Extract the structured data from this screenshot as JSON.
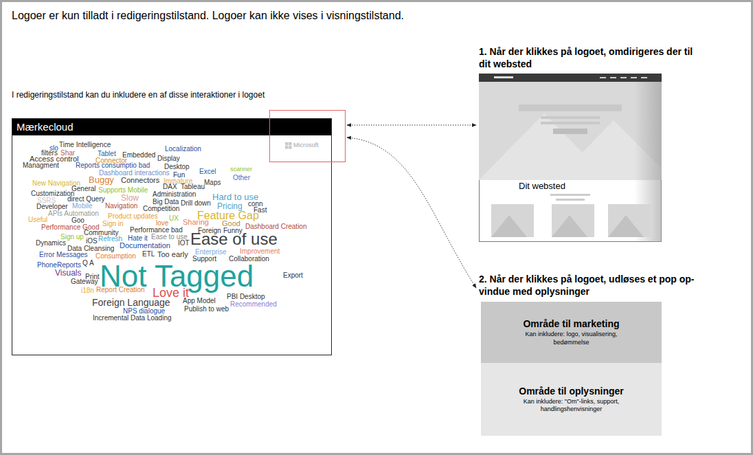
{
  "diagram": {
    "title": "Logoer er kun tilladt i redigeringstilstand. Logoer kan ikke vises i visningstilstand.",
    "nodes": [
      {
        "text": [
          "Mærkecloud"
        ]
      },
      {
        "text": [
          "Microsoft"
        ]
      },
      {
        "text": [
          "1. Når der klikkes på logoet, omdirigeres der til dit websted",
          "Dit websted"
        ]
      },
      {
        "text": [
          "2. Når der klikkes på logoet, udløses et pop op-vindue med oplysninger"
        ]
      },
      {
        "text": [
          "Område til marketing",
          "Kan inkludere: logo, visualisering, bedømmelse"
        ],
        "in": 3
      },
      {
        "text": [
          "Område til oplysninger",
          "Kan inkludere: \"Om\"-links, support, handlingshenvisninger"
        ],
        "in": 3
      }
    ],
    "edges": [
      {
        "from": 1,
        "to": 2,
        "arrow": "both"
      },
      {
        "from": 1,
        "to": 3,
        "arrow": "both"
      }
    ],
    "labels": [
      "I redigeringstilstand kan du inkludere en af disse interaktioner i logoet",
      "Time Intelligence",
      "slo",
      "filters",
      "Shar",
      "Tablet",
      "Embedded",
      "Localization",
      "Access control",
      "Connector",
      "Display",
      "Managment",
      "Reports consumptio bad",
      "Desktop",
      "Dashboard interactions",
      "Fun",
      "Excel",
      "scanner",
      "Other",
      "New Navigation",
      "Buggy",
      "Connectors",
      "Immature",
      "Maps",
      "General",
      "Supports Mobile",
      "DAX",
      "Tableau",
      "Customization",
      "Slow",
      "Administration",
      "Hard to use",
      "SSRS",
      "direct Query",
      "Big Data",
      "Drill down",
      "conn",
      "Developer",
      "Mobile",
      "Navigation",
      "Competition",
      "Pricing",
      "Fast",
      "APIs Automation",
      "Product updates",
      "UX",
      "Feature Gap",
      "Goo",
      "Useful",
      "Sign in",
      "love",
      "Sharing",
      "Good",
      "Performance Good",
      "Performance bad",
      "Foreign",
      "Funny",
      "Dashboard Creation",
      "Community",
      "Sign up",
      "Refresh",
      "Hate it",
      "Ease to use",
      "Ease of use",
      "iOS",
      "IOT",
      "Dynamics",
      "Documentation",
      "Data Cleansing",
      "Enterprise",
      "Improvement",
      "Error Messages",
      "Consumption",
      "ETL",
      "Too early",
      "Support",
      "Collaboration",
      "Q A",
      "PhoneReports",
      "Not Tagged",
      "Print",
      "Visuals",
      "Export",
      "Gateway",
      "i18n",
      "Report Creation",
      "Love it",
      "Foreign Language",
      "App Model",
      "PBI Desktop",
      "Recommended",
      "NPS dialogue",
      "Publish to web",
      "Incremental Data Loading"
    ]
  }
}
